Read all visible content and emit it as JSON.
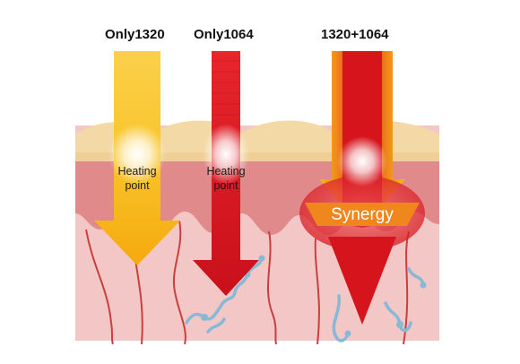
{
  "labels": {
    "only1320": "Only1320",
    "only1064": "Only1064",
    "combo": "1320+1064"
  },
  "heating_points": [
    {
      "line1": "Heating",
      "line2": "point"
    },
    {
      "line1": "Heating",
      "line2": "point"
    }
  ],
  "synergy_label": "Synergy",
  "colors": {
    "epidermis": "#f3d9a6",
    "upper_dermis": "#e08a8c",
    "dermis": "#f3c7c5",
    "yellow_arrow": "#f7c21c",
    "red_arrow": "#d8161e",
    "vessel": "#87b9d6",
    "vein": "#c8403f",
    "synergy_orange": "#f08a1a"
  }
}
